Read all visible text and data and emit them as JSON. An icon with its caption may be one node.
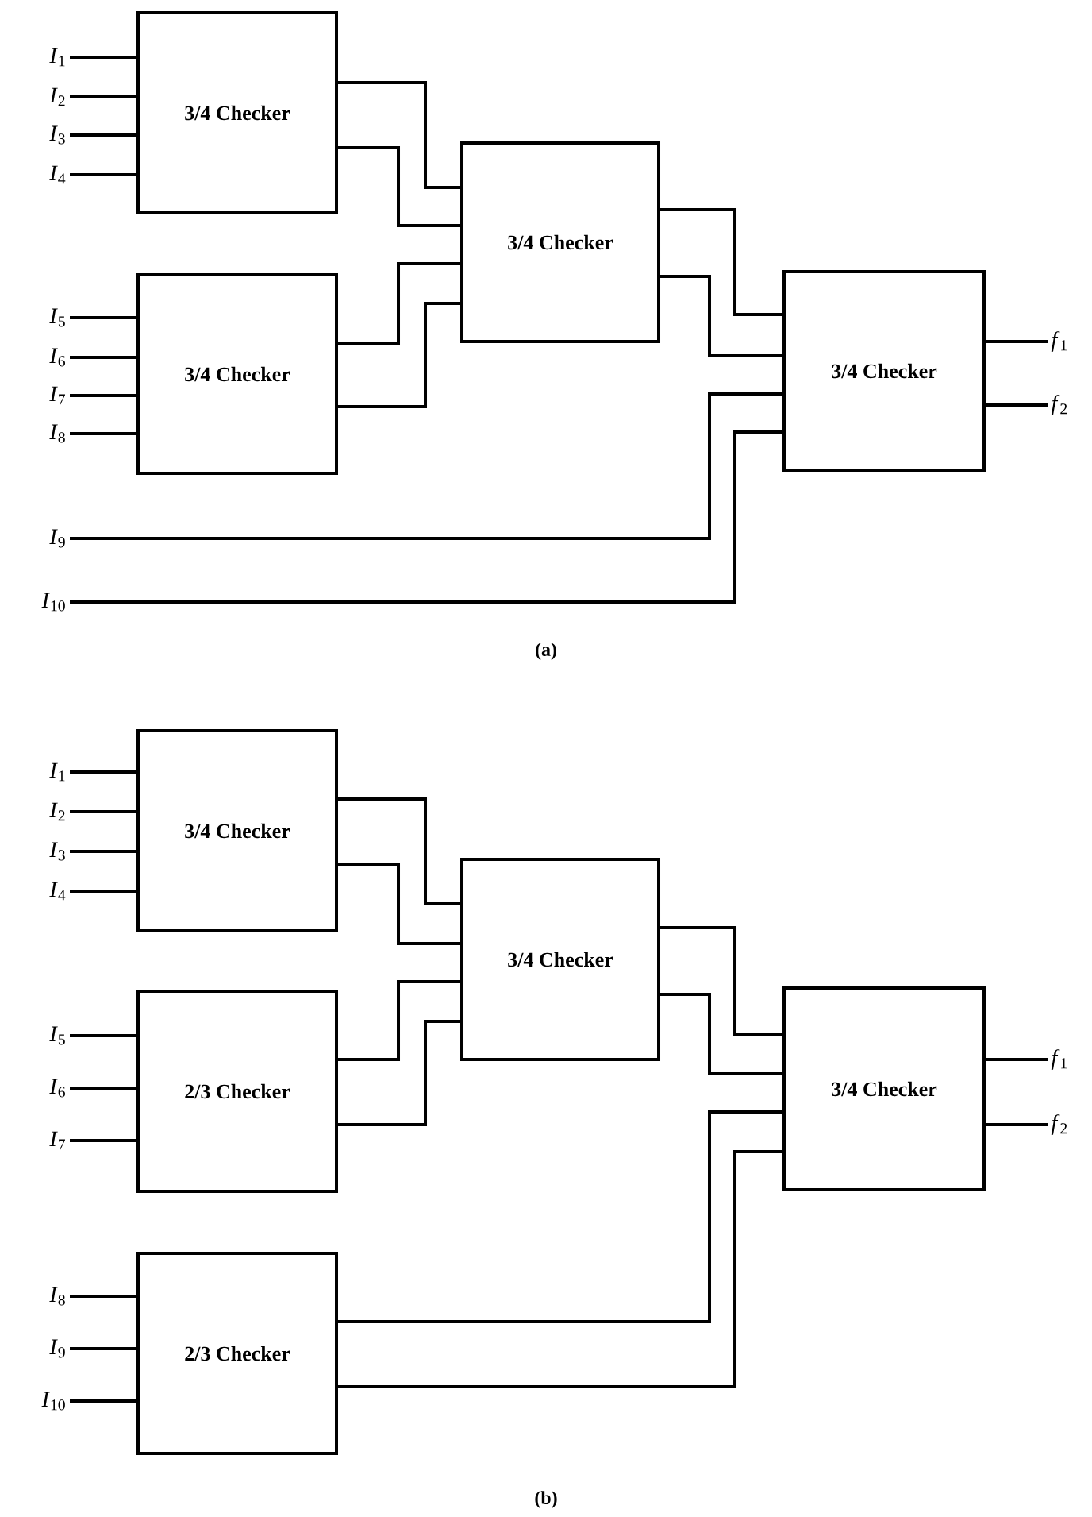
{
  "diagram": {
    "nodes": [
      {
        "text": [
          "3/4 Checker"
        ]
      },
      {
        "text": [
          "3/4 Checker"
        ]
      },
      {
        "text": [
          "3/4 Checker"
        ]
      },
      {
        "text": [
          "3/4 Checker"
        ]
      },
      {
        "text": [
          "*I*$_{1}$"
        ]
      },
      {
        "text": [
          "*I*$_{2}$"
        ]
      },
      {
        "text": [
          "*I*$_{3}$"
        ]
      },
      {
        "text": [
          "*I*$_{4}$"
        ]
      },
      {
        "text": [
          "*I*$_{5}$"
        ]
      },
      {
        "text": [
          "*I*$_{6}$"
        ]
      },
      {
        "text": [
          "*I*$_{7}$"
        ]
      },
      {
        "text": [
          "*I*$_{8}$"
        ]
      },
      {
        "text": [
          "*I*$_{9}$"
        ]
      },
      {
        "text": [
          "*I*$_{10}$"
        ]
      },
      {
        "text": [
          "*f*$_{1}$"
        ]
      },
      {
        "text": [
          "*f*$_{2}$"
        ]
      },
      {
        "text": [
          "3/4 Checker"
        ]
      },
      {
        "text": [
          "2/3 Checker"
        ]
      },
      {
        "text": [
          "3/4 Checker"
        ]
      },
      {
        "text": [
          "3/4 Checker"
        ]
      },
      {
        "text": [
          "2/3 Checker"
        ]
      },
      {
        "text": [
          "*I*$_{1}$"
        ]
      },
      {
        "text": [
          "*I*$_{2}$"
        ]
      },
      {
        "text": [
          "*I*$_{3}$"
        ]
      },
      {
        "text": [
          "*I*$_{4}$"
        ]
      },
      {
        "text": [
          "*I*$_{5}$"
        ]
      },
      {
        "text": [
          "*I*$_{6}$"
        ]
      },
      {
        "text": [
          "*I*$_{7}$"
        ]
      },
      {
        "text": [
          "*I*$_{8}$"
        ]
      },
      {
        "text": [
          "*I*$_{9}$"
        ]
      },
      {
        "text": [
          "*I*$_{10}$"
        ]
      },
      {
        "text": [
          "*f*$_{1}$"
        ]
      },
      {
        "text": [
          "*f*$_{2}$"
        ]
      }
    ],
    "edges": [
      {
        "from": 4,
        "to": 0,
        "arrow": "none"
      },
      {
        "from": 5,
        "to": 0,
        "arrow": "none"
      },
      {
        "from": 6,
        "to": 0,
        "arrow": "none"
      },
      {
        "from": 7,
        "to": 0,
        "arrow": "none"
      },
      {
        "from": 8,
        "to": 1,
        "arrow": "none"
      },
      {
        "from": 9,
        "to": 1,
        "arrow": "none"
      },
      {
        "from": 10,
        "to": 1,
        "arrow": "none"
      },
      {
        "from": 11,
        "to": 1,
        "arrow": "none"
      },
      {
        "from": 0,
        "to": 2,
        "arrow": "none"
      },
      {
        "from": 0,
        "to": 2,
        "arrow": "none"
      },
      {
        "from": 1,
        "to": 2,
        "arrow": "none"
      },
      {
        "from": 1,
        "to": 2,
        "arrow": "none"
      },
      {
        "from": 2,
        "to": 3,
        "arrow": "none"
      },
      {
        "from": 2,
        "to": 3,
        "arrow": "none"
      },
      {
        "from": 12,
        "to": 3,
        "arrow": "none"
      },
      {
        "from": 13,
        "to": 3,
        "arrow": "none"
      },
      {
        "from": 3,
        "to": 14,
        "arrow": "none"
      },
      {
        "from": 3,
        "to": 15,
        "arrow": "none"
      },
      {
        "from": 21,
        "to": 16,
        "arrow": "none"
      },
      {
        "from": 22,
        "to": 16,
        "arrow": "none"
      },
      {
        "from": 23,
        "to": 16,
        "arrow": "none"
      },
      {
        "from": 24,
        "to": 16,
        "arrow": "none"
      },
      {
        "from": 25,
        "to": 17,
        "arrow": "none"
      },
      {
        "from": 26,
        "to": 17,
        "arrow": "none"
      },
      {
        "from": 27,
        "to": 17,
        "arrow": "none"
      },
      {
        "from": 28,
        "to": 20,
        "arrow": "none"
      },
      {
        "from": 29,
        "to": 20,
        "arrow": "none"
      },
      {
        "from": 30,
        "to": 20,
        "arrow": "none"
      },
      {
        "from": 16,
        "to": 18,
        "arrow": "none"
      },
      {
        "from": 16,
        "to": 18,
        "arrow": "none"
      },
      {
        "from": 17,
        "to": 18,
        "arrow": "none"
      },
      {
        "from": 17,
        "to": 18,
        "arrow": "none"
      },
      {
        "from": 18,
        "to": 19,
        "arrow": "none"
      },
      {
        "from": 18,
        "to": 19,
        "arrow": "none"
      },
      {
        "from": 20,
        "to": 19,
        "arrow": "none"
      },
      {
        "from": 20,
        "to": 19,
        "arrow": "none"
      },
      {
        "from": 19,
        "to": 31,
        "arrow": "none"
      },
      {
        "from": 19,
        "to": 32,
        "arrow": "none"
      }
    ],
    "labels": [
      "(a)",
      "(b)"
    ]
  }
}
